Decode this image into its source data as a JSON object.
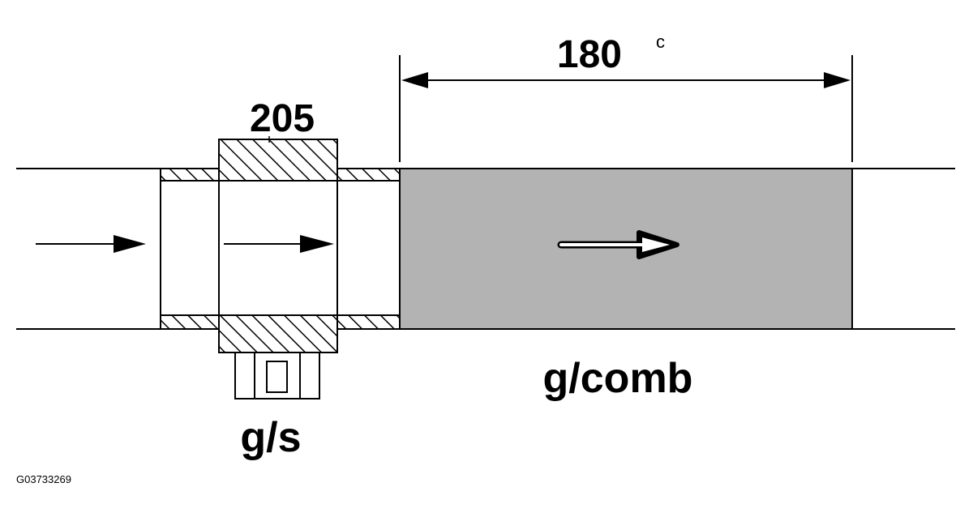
{
  "labels": {
    "sensor_dimension": "205",
    "duration_value": "180",
    "duration_unit": "c",
    "air_flow_unit": "g/s",
    "air_per_combustion_unit": "g/comb",
    "figure_id": "G03733269"
  },
  "colors": {
    "line": "#000000",
    "combustion_chamber_fill": "#b3b3b3",
    "background": "#ffffff"
  },
  "icons": [
    "flow-arrow-icon",
    "hollow-flow-arrow-icon",
    "dimension-arrow-icon",
    "connector-icon"
  ]
}
